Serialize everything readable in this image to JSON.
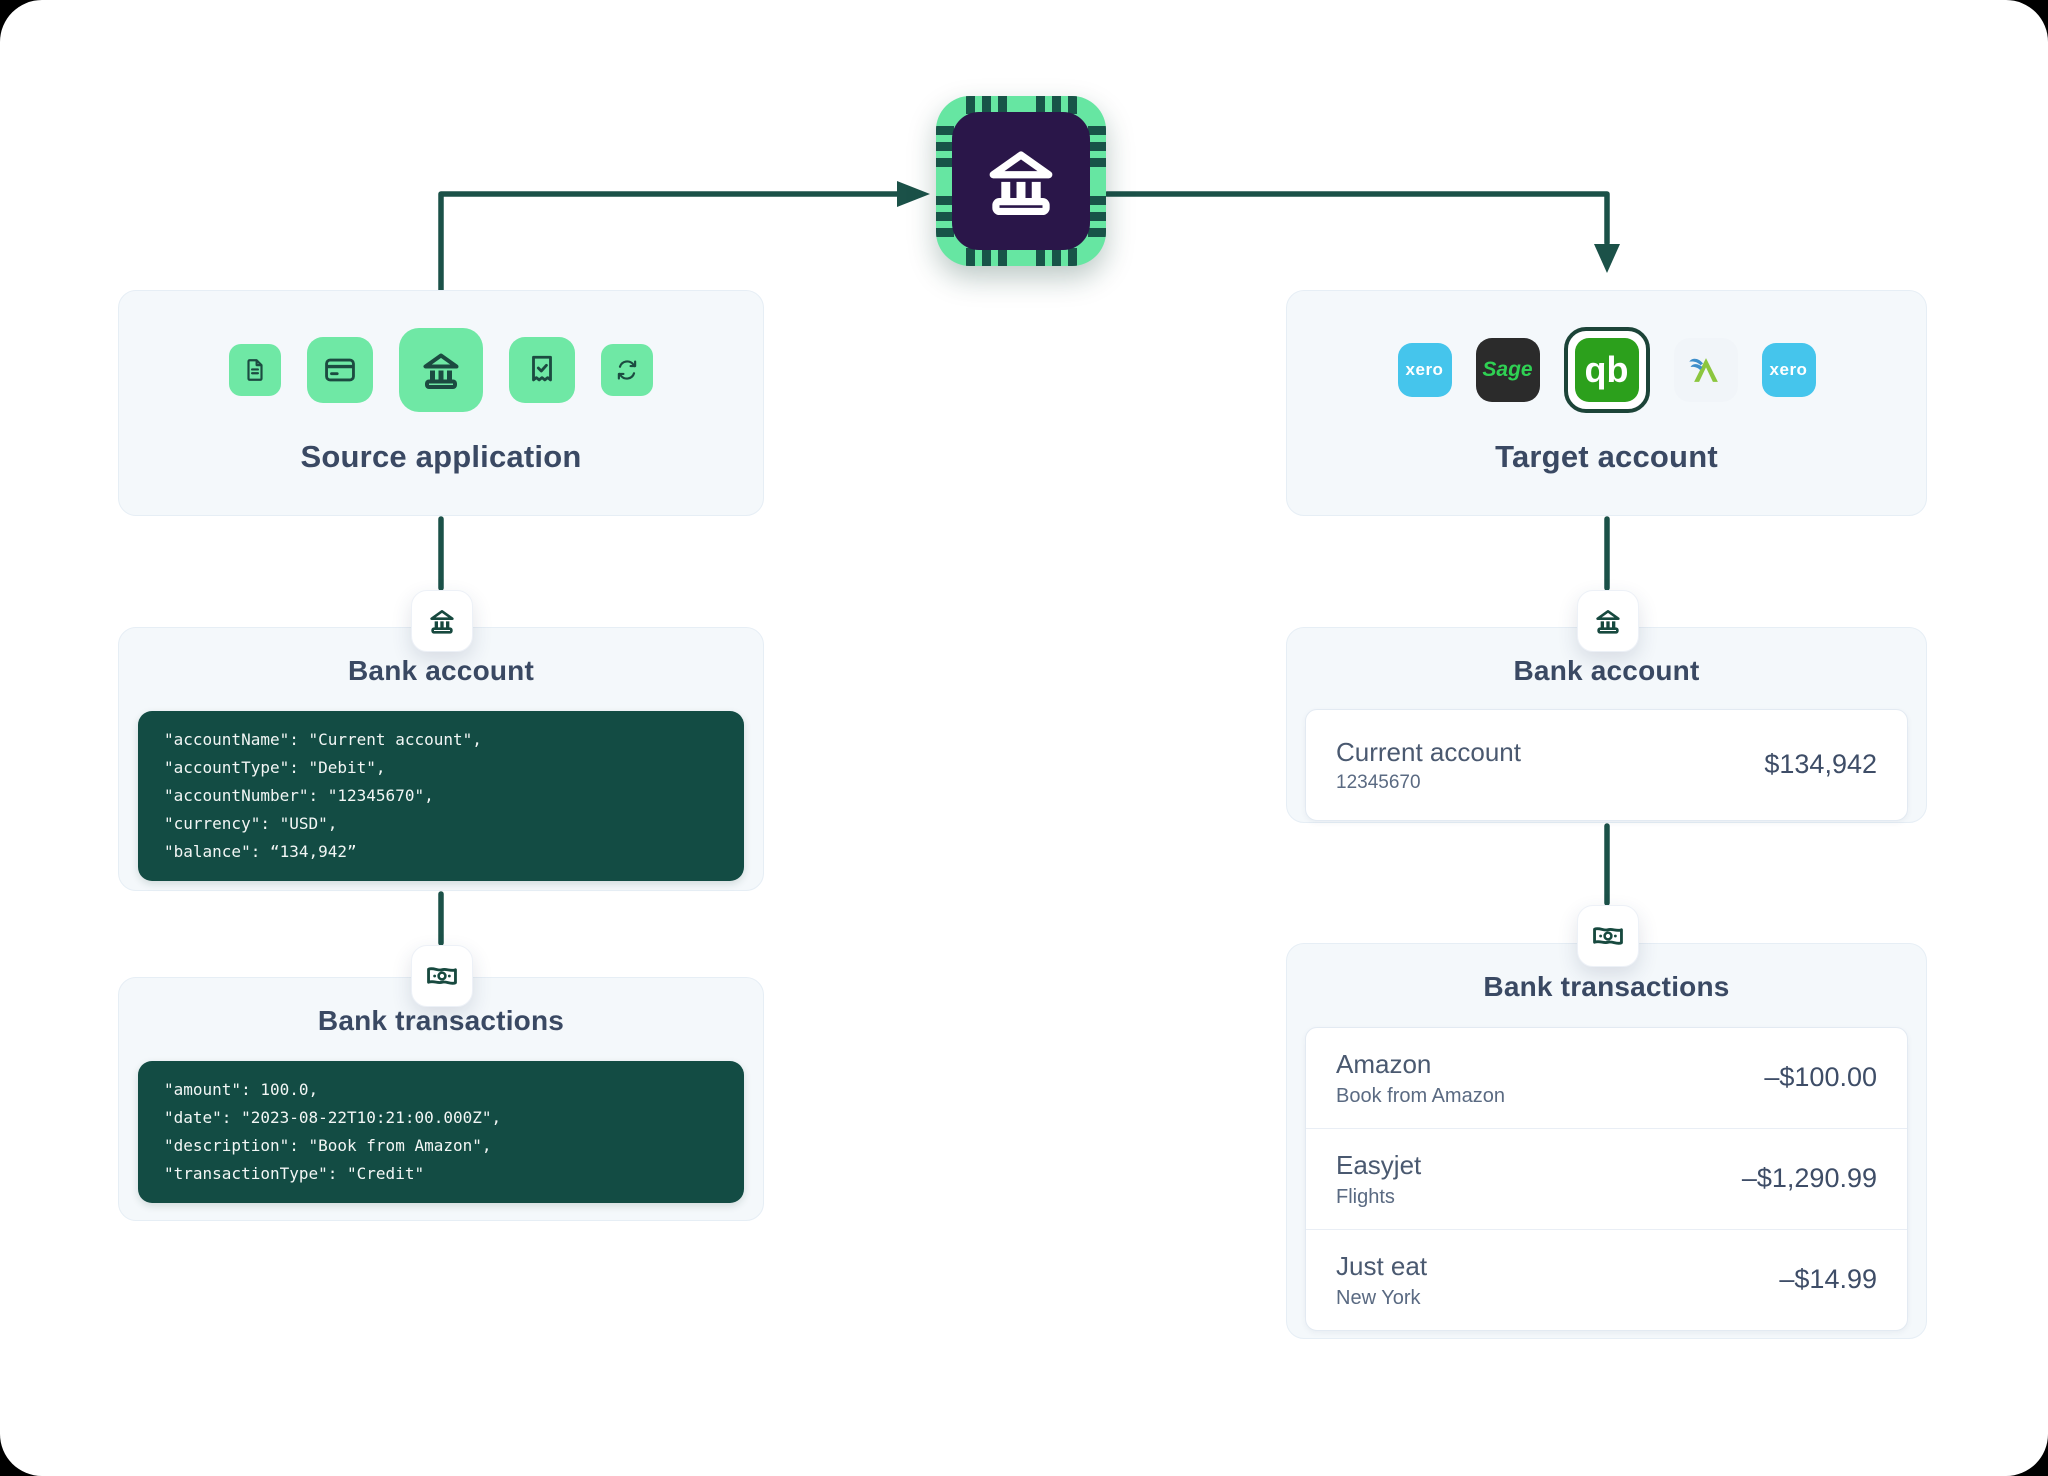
{
  "hub": {
    "icon": "bank-chip-icon"
  },
  "colors": {
    "accent_green": "#6FE8A5",
    "dark_teal": "#17493F",
    "code_background": "#134C44",
    "chip_purple": "#2A1649",
    "connector": "#1B5148",
    "heading": "#3A4963",
    "xero_blue": "#45C5EC",
    "sage_green": "#2FD153",
    "quickbooks_green": "#2CA01C",
    "freeagent_blue": "#3F8FCB",
    "freeagent_green": "#8CC63F"
  },
  "source_card": {
    "title": "Source application",
    "icons": [
      {
        "name": "document-icon"
      },
      {
        "name": "credit-card-icon"
      },
      {
        "name": "bank-icon"
      },
      {
        "name": "receipt-check-icon"
      },
      {
        "name": "sync-icon"
      }
    ]
  },
  "target_card": {
    "title": "Target account",
    "apps": [
      {
        "name": "xero",
        "label": "xero"
      },
      {
        "name": "sage",
        "label": "Sage"
      },
      {
        "name": "quickbooks",
        "label": "qb"
      },
      {
        "name": "freeagent",
        "label": ""
      },
      {
        "name": "xero",
        "label": "xero"
      }
    ]
  },
  "left_bank_account": {
    "title": "Bank account",
    "code_lines": [
      "\"accountName\": \"Current account\",",
      "\"accountType\": \"Debit\",",
      "\"accountNumber\": \"12345670\",",
      "\"currency\": \"USD\",",
      "\"balance\": “134,942”"
    ]
  },
  "left_bank_transactions": {
    "title": "Bank transactions",
    "code_lines": [
      "\"amount\": 100.0,",
      "\"date\": \"2023-08-22T10:21:00.000Z\",",
      "\"description\": \"Book from Amazon\",",
      "\"transactionType\": \"Credit\""
    ]
  },
  "right_bank_account": {
    "title": "Bank account",
    "account_name": "Current account",
    "account_number": "12345670",
    "balance": "$134,942"
  },
  "right_bank_transactions": {
    "title": "Bank transactions",
    "rows": [
      {
        "name": "Amazon",
        "detail": "Book from Amazon",
        "amount": "–$100.00"
      },
      {
        "name": "Easyjet",
        "detail": "Flights",
        "amount": "–$1,290.99"
      },
      {
        "name": "Just eat",
        "detail": "New York",
        "amount": "–$14.99"
      }
    ]
  }
}
